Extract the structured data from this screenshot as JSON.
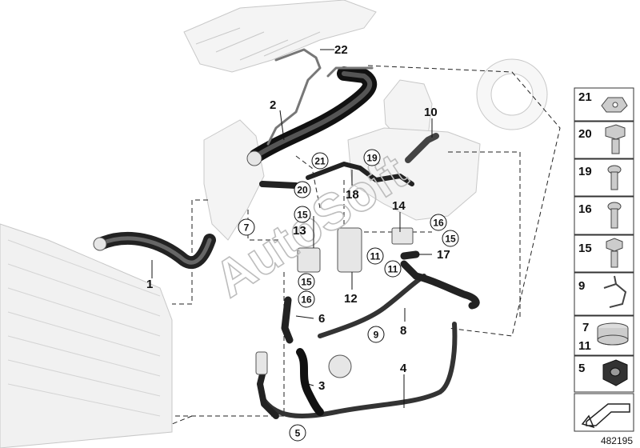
{
  "diagram": {
    "callouts_plain": [
      "22",
      "2",
      "10",
      "18",
      "14",
      "13",
      "1",
      "12",
      "17",
      "6",
      "8",
      "4",
      "3"
    ],
    "callouts_circled": [
      "21",
      "20",
      "19",
      "7",
      "15",
      "15",
      "16",
      "16",
      "15",
      "11",
      "11",
      "9",
      "5"
    ],
    "legend": {
      "items": [
        {
          "label": "21",
          "icon": "clip-nut-icon"
        },
        {
          "label": "20",
          "icon": "hex-flange-bolt-icon"
        },
        {
          "label": "19",
          "icon": "torx-screw-icon"
        },
        {
          "label": "16",
          "icon": "torx-bolt-icon"
        },
        {
          "label": "15",
          "icon": "hex-bolt-icon"
        },
        {
          "label": "9",
          "icon": "hose-clip-icon"
        },
        {
          "label": "7",
          "label2": "11",
          "icon": "hose-clamp-icon"
        },
        {
          "label": "5",
          "icon": "rubber-grommet-icon"
        }
      ]
    },
    "watermark": "AutoSoft",
    "document_number": "482195"
  }
}
